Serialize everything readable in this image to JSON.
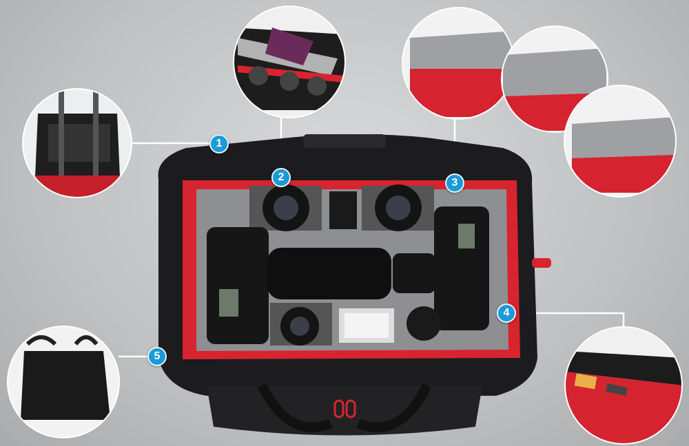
{
  "colors": {
    "badge": "#1b9ad8",
    "bag": "#1c1c1e",
    "lining": "#d8242f",
    "divider": "#9a9c9f"
  },
  "callouts": [
    {
      "number": "1",
      "feature": "trolley-sleeve"
    },
    {
      "number": "2",
      "feature": "tablet-lid-pocket"
    },
    {
      "number": "3",
      "feature": "removable-divider-inserts"
    },
    {
      "number": "4",
      "feature": "memory-card-pockets"
    },
    {
      "number": "5",
      "feature": "rain-cover"
    }
  ]
}
